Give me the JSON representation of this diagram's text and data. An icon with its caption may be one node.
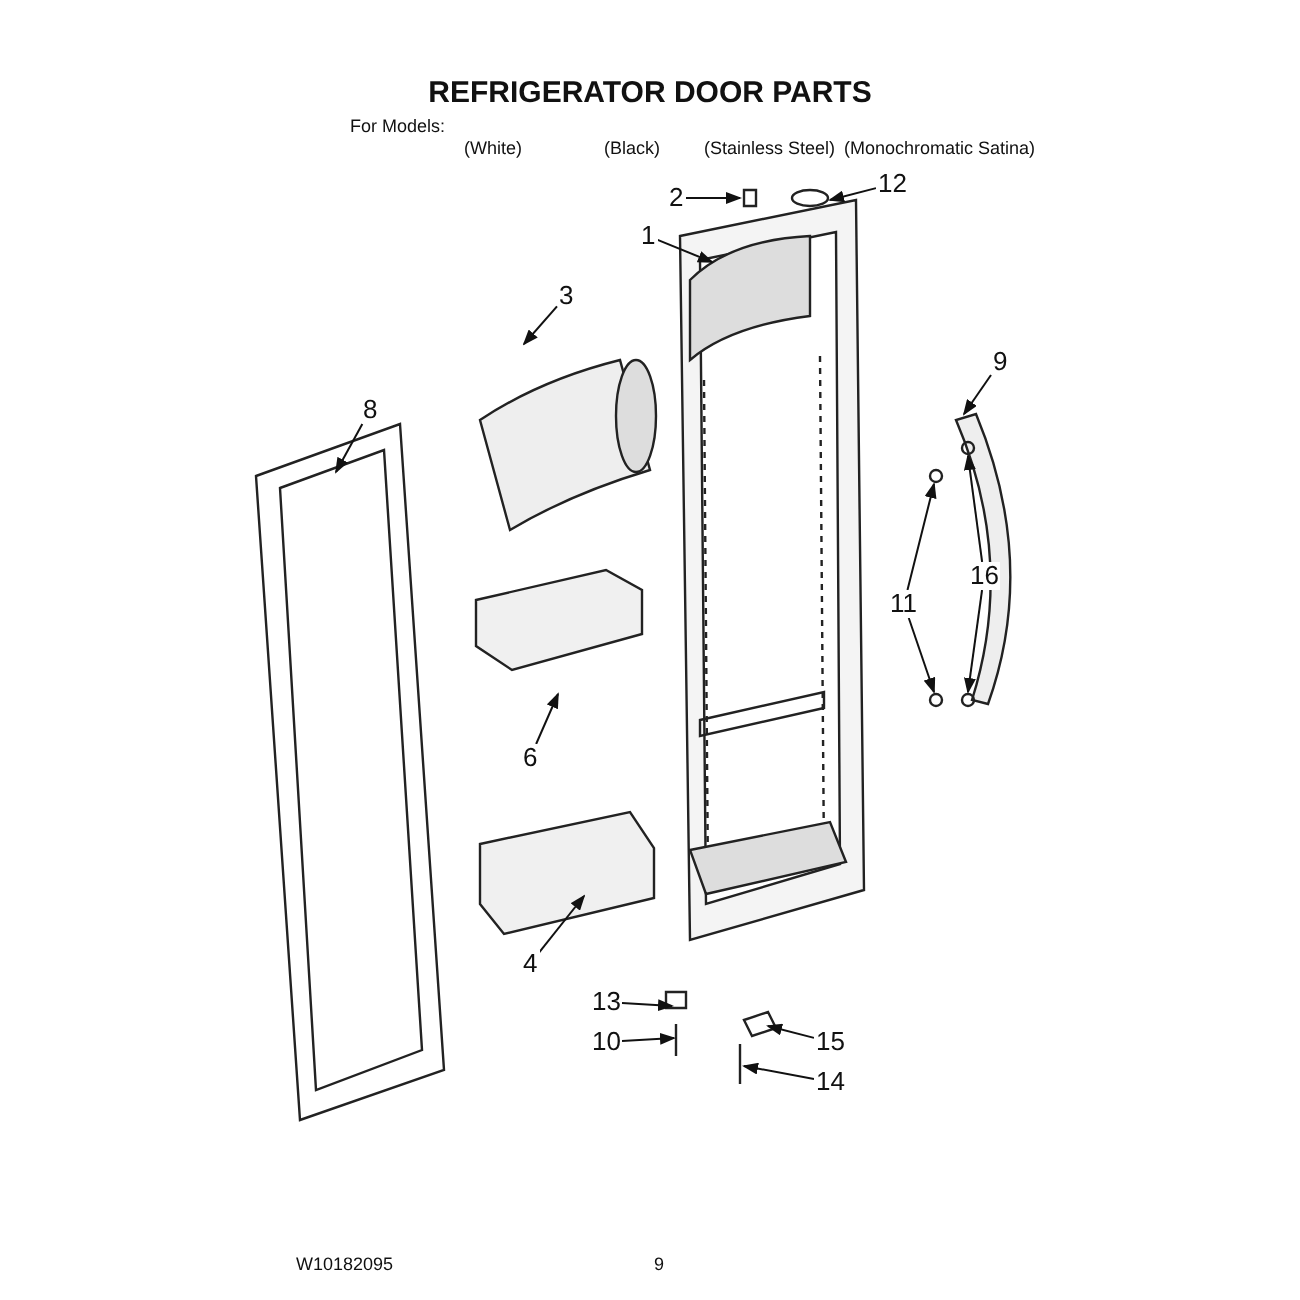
{
  "diagram": {
    "title": "REFRIGERATOR DOOR PARTS",
    "nodes": [
      {
        "text": [
          "1"
        ]
      },
      {
        "text": [
          "2"
        ]
      },
      {
        "text": [
          "12"
        ]
      },
      {
        "text": [
          "3"
        ]
      },
      {
        "text": [
          "8"
        ]
      },
      {
        "text": [
          "9"
        ]
      },
      {
        "text": [
          "16"
        ]
      },
      {
        "text": [
          "11"
        ]
      },
      {
        "text": [
          "6"
        ]
      },
      {
        "text": [
          "4"
        ]
      },
      {
        "text": [
          "13"
        ]
      },
      {
        "text": [
          "10"
        ]
      },
      {
        "text": [
          "15"
        ]
      },
      {
        "text": [
          "14"
        ]
      }
    ],
    "edges": [
      {
        "from": 0,
        "to": null,
        "arrow": "to"
      },
      {
        "from": 1,
        "to": null,
        "arrow": "to"
      },
      {
        "from": 2,
        "to": null,
        "arrow": "to"
      },
      {
        "from": 3,
        "to": null,
        "arrow": "to"
      },
      {
        "from": 4,
        "to": null,
        "arrow": "to"
      },
      {
        "from": 5,
        "to": null,
        "arrow": "to"
      },
      {
        "from": 6,
        "to": null,
        "arrow": "to"
      },
      {
        "from": 6,
        "to": null,
        "arrow": "to"
      },
      {
        "from": 7,
        "to": null,
        "arrow": "to"
      },
      {
        "from": 7,
        "to": null,
        "arrow": "to"
      },
      {
        "from": 8,
        "to": null,
        "arrow": "to"
      },
      {
        "from": 9,
        "to": null,
        "arrow": "to"
      },
      {
        "from": 10,
        "to": null,
        "arrow": "to"
      },
      {
        "from": 11,
        "to": null,
        "arrow": "to"
      },
      {
        "from": 12,
        "to": null,
        "arrow": "to"
      },
      {
        "from": 13,
        "to": null,
        "arrow": "to"
      }
    ],
    "labels": [
      "For Models:",
      "(White)",
      "(Black)",
      "(Stainless Steel)",
      "(Monochromatic Satina)",
      "W10182095",
      "9"
    ]
  }
}
